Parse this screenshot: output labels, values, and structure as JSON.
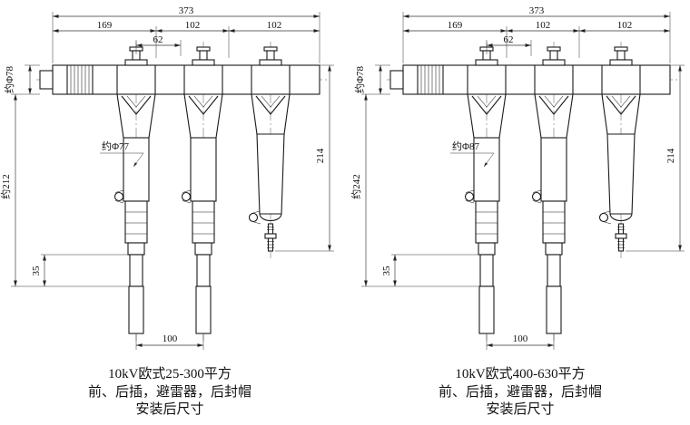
{
  "page": {
    "background": "#ffffff",
    "line_color": "#1a1a1a"
  },
  "panels": [
    {
      "name": "left",
      "dims": {
        "overall": "373",
        "seg1": "169",
        "seg2": "102",
        "seg3": "102",
        "cap_offset": "62",
        "plug_dia": "约Φ78",
        "drop_height": "约212",
        "body_dia": "约Φ77",
        "arrester_height": "214",
        "neck": "35",
        "cable_spacing": "100"
      },
      "caption": [
        "10kV欧式25-300平方",
        "前、后插，避雷器，后封帽",
        "安装后尺寸"
      ]
    },
    {
      "name": "right",
      "dims": {
        "overall": "373",
        "seg1": "169",
        "seg2": "102",
        "seg3": "102",
        "cap_offset": "62",
        "plug_dia": "约Φ78",
        "drop_height": "约242",
        "body_dia": "约Φ87",
        "arrester_height": "214",
        "neck": "35",
        "cable_spacing": "100"
      },
      "caption": [
        "10kV欧式400-630平方",
        "前、后插，避雷器，后封帽",
        "安装后尺寸"
      ]
    }
  ]
}
